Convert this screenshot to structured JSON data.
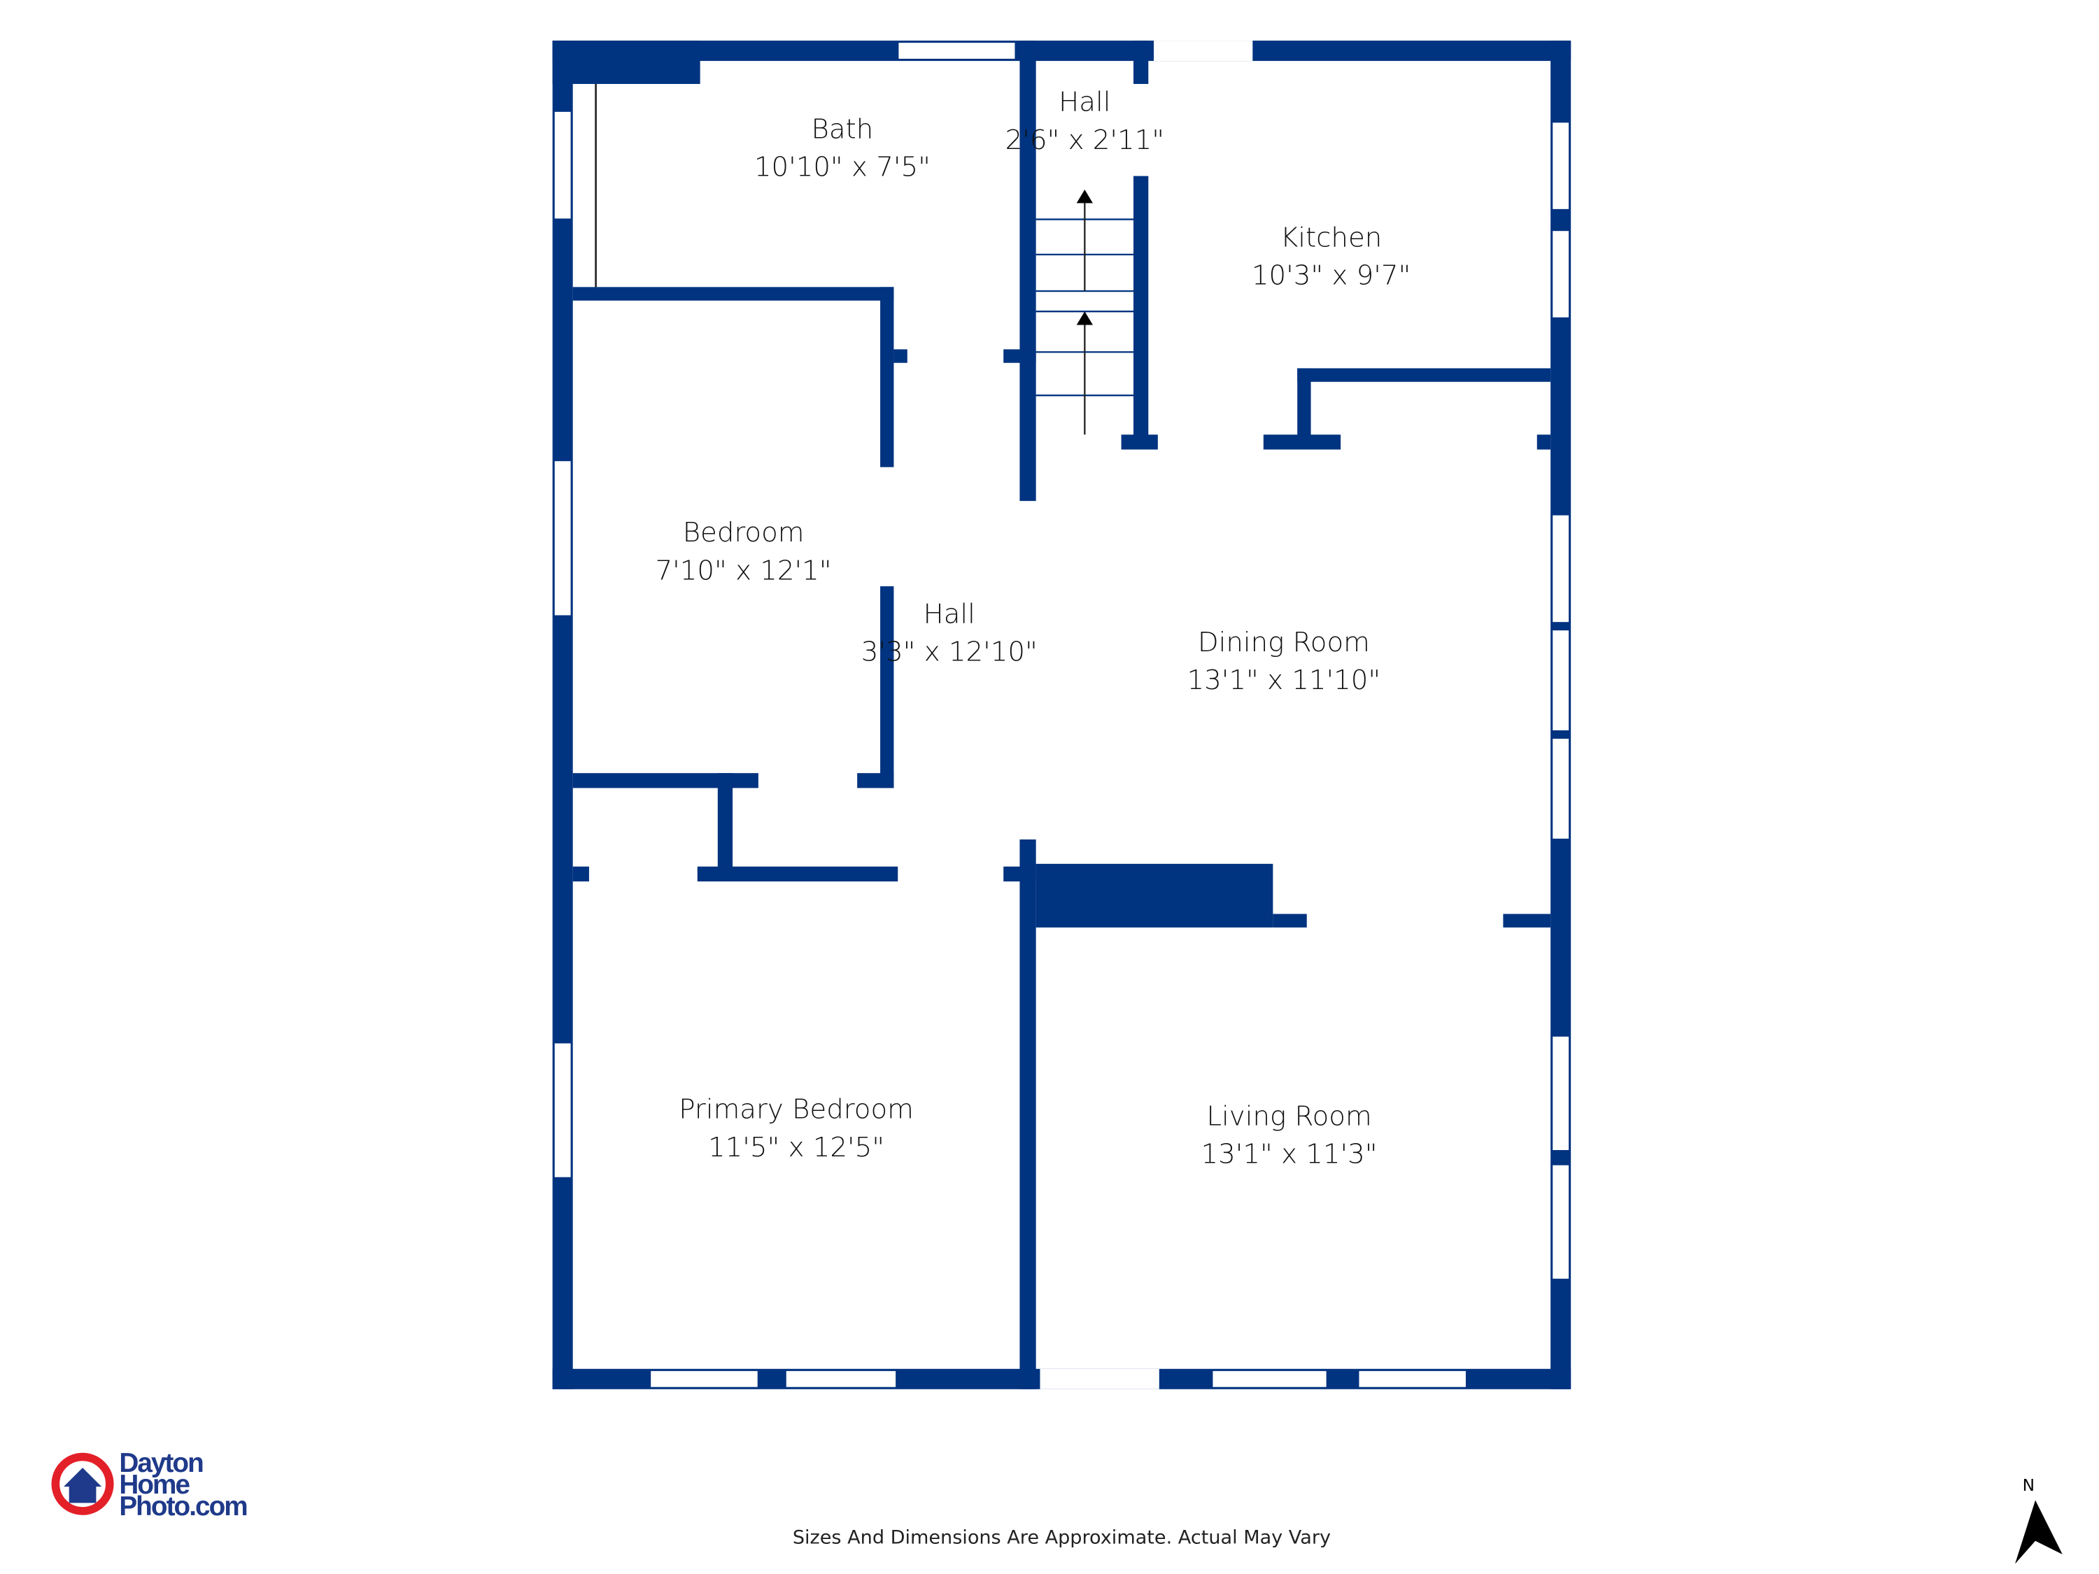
{
  "colors": {
    "wall": "#003380",
    "logo_red": "#e32028",
    "logo_blue": "#1f3a8a"
  },
  "rooms": [
    {
      "name": "Bath",
      "size": "10'10\" x 7'5\""
    },
    {
      "name": "Hall",
      "size": "2'6\" x 2'11\""
    },
    {
      "name": "Kitchen",
      "size": "10'3\" x 9'7\""
    },
    {
      "name": "Bedroom",
      "size": "7'10\" x 12'1\""
    },
    {
      "name": "Hall",
      "size": "3'3\" x 12'10\""
    },
    {
      "name": "Dining Room",
      "size": "13'1\" x 11'10\""
    },
    {
      "name": "Primary Bedroom",
      "size": "11'5\" x 12'5\""
    },
    {
      "name": "Living Room",
      "size": "13'1\" x 11'3\""
    }
  ],
  "logo": {
    "line1": "Dayton",
    "line2": "Home",
    "line3": "Photo.com"
  },
  "disclaimer": "Sizes And Dimensions Are Approximate. Actual May Vary",
  "compass": {
    "label": "N",
    "icon": "north-arrow-icon"
  }
}
